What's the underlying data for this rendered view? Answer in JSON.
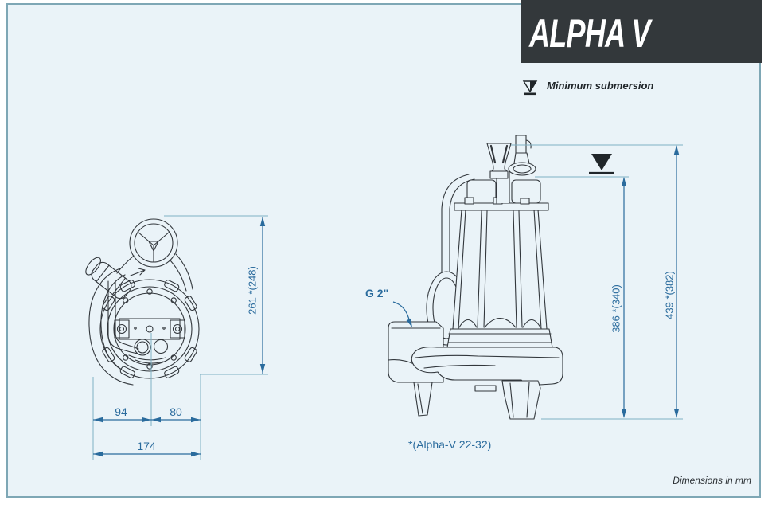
{
  "header": {
    "title": "ALPHA V"
  },
  "legend": {
    "min_submersion_label": "Minimum submersion"
  },
  "front_view": {
    "dim_height": "261 *(248)",
    "dim_width_left": "94",
    "dim_width_right": "80",
    "dim_width_total": "174"
  },
  "side_view": {
    "connection_label": "G 2\"",
    "dim_submersion": "386 *(340)",
    "dim_total_height": "439 *(382)"
  },
  "footnote": {
    "text": "*(Alpha-V 22-32)"
  },
  "footer": {
    "units_note": "Dimensions in mm"
  },
  "colors": {
    "panel_background": "#eaf3f8",
    "panel_border": "#7ea7b5",
    "header_background": "#33383b",
    "header_text": "#ffffff",
    "drawing_line": "#32373c",
    "dimension_blue": "#2a6b9d",
    "extension_teal": "#7fb0c3"
  }
}
